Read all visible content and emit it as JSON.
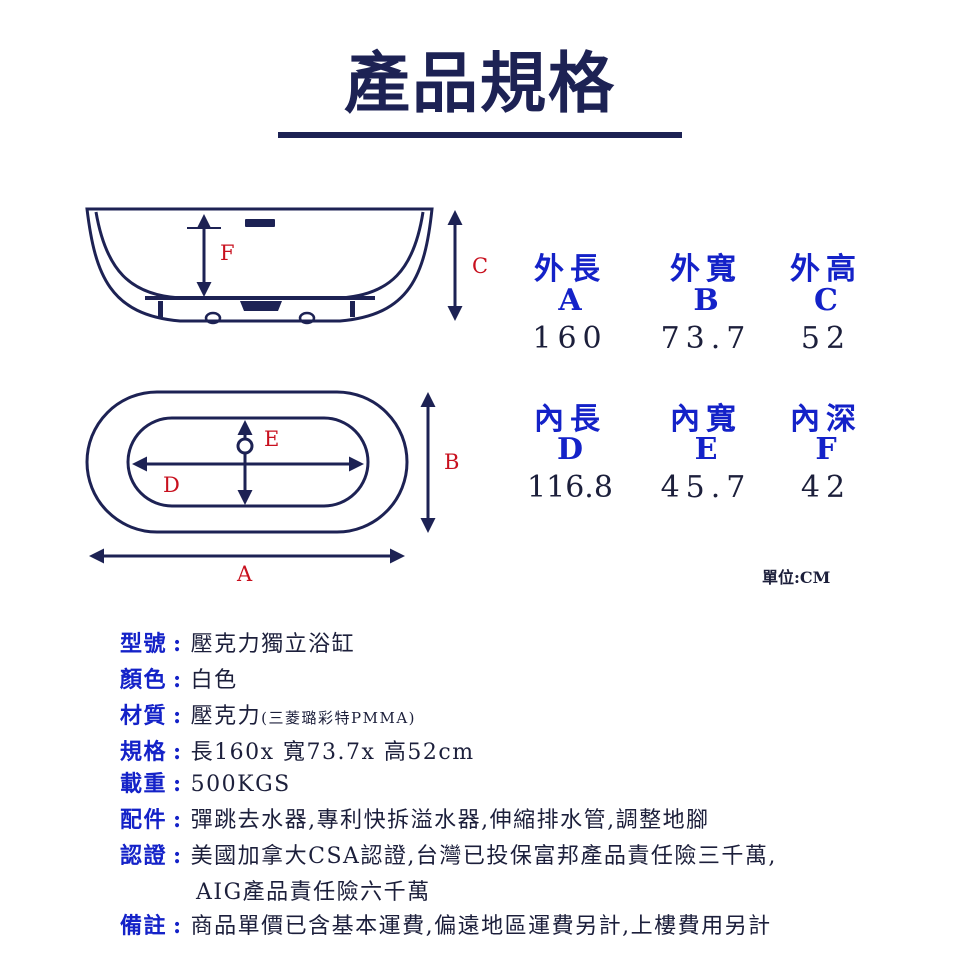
{
  "title": "產品規格",
  "diagram_labels": {
    "A": "A",
    "B": "B",
    "C": "C",
    "D": "D",
    "E": "E",
    "F": "F"
  },
  "specs": [
    {
      "head": "外長",
      "letter": "A",
      "value": "160"
    },
    {
      "head": "外寬",
      "letter": "B",
      "value": "73.7"
    },
    {
      "head": "外高",
      "letter": "C",
      "value": "52"
    },
    {
      "head": "內長",
      "letter": "D",
      "value": "116.8"
    },
    {
      "head": "內寬",
      "letter": "E",
      "value": "45.7"
    },
    {
      "head": "內深",
      "letter": "F",
      "value": "42"
    }
  ],
  "unit": "單位:CM",
  "info": {
    "sep": ":",
    "model": {
      "key": "型號",
      "value": "壓克力獨立浴缸"
    },
    "color": {
      "key": "顏色",
      "value": "白色"
    },
    "material": {
      "key": "材質",
      "value": "壓克力",
      "note": "(三菱璐彩特PMMA)"
    },
    "size": {
      "key": "規格",
      "value": "長160x 寬73.7x 高52cm"
    },
    "load": {
      "key": "載重",
      "value": "500KGS"
    },
    "parts": {
      "key": "配件",
      "value": "彈跳去水器,專利快拆溢水器,伸縮排水管,調整地腳"
    },
    "cert": {
      "key": "認證",
      "value": "美國加拿大CSA認證,台灣已投保富邦產品責任險三千萬,",
      "value2": "AIG產品責任險六千萬"
    },
    "remark": {
      "key": "備註",
      "value": "商品單價已含基本運費,偏遠地區運費另計,上樓費用另計"
    }
  }
}
